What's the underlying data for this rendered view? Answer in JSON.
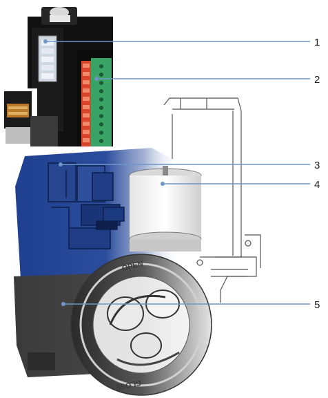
{
  "colors": {
    "housing_blue": "#1f3f8f",
    "callout_line": "#6f96c8",
    "terminal_green": "#3aa467",
    "terminal_red": "#d9462b",
    "background": "#ffffff"
  },
  "handwheel": {
    "open_label": "OPEN",
    "close_label": "CLOSE"
  },
  "callouts": [
    {
      "number": "1"
    },
    {
      "number": "2"
    },
    {
      "number": "3"
    },
    {
      "number": "4"
    },
    {
      "number": "5"
    }
  ]
}
